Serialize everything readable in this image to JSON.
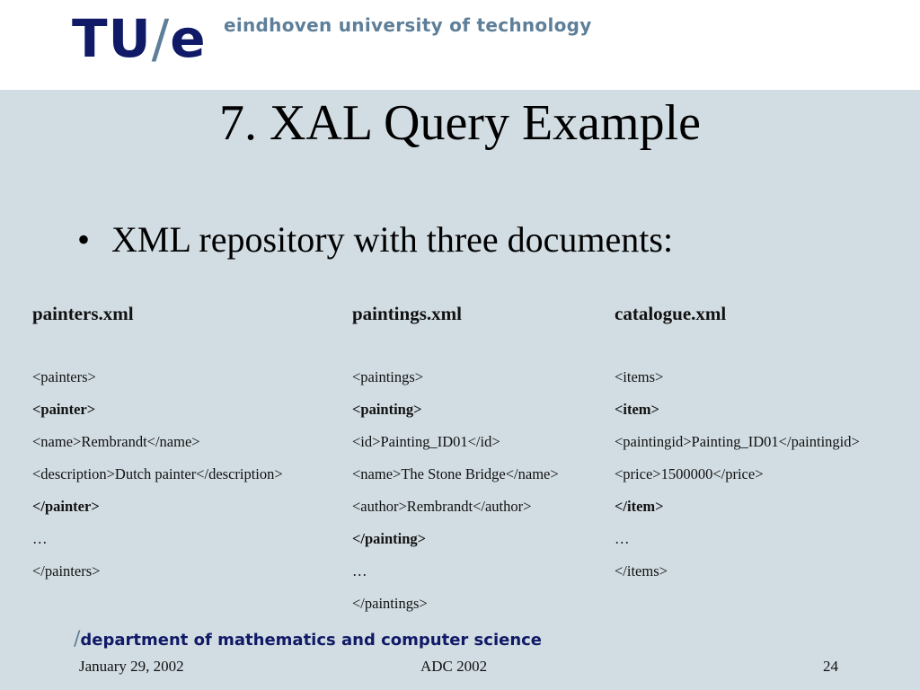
{
  "header": {
    "logo_tu": "TU",
    "logo_slash": "/",
    "logo_e": "e",
    "university": "eindhoven university of technology"
  },
  "slide": {
    "title": "7. XAL Query Example",
    "bullet_symbol": "•",
    "bullet": "XML repository with three documents:"
  },
  "columns": [
    {
      "heading": "painters.xml",
      "lines": [
        {
          "text": "<painters>",
          "bold": false
        },
        {
          "text": "<painter>",
          "bold": true
        },
        {
          "text": "<name>Rembrandt</name>",
          "bold": false
        },
        {
          "text": "<description>Dutch painter</description>",
          "bold": false
        },
        {
          "text": "</painter>",
          "bold": true
        },
        {
          "text": "…",
          "bold": false
        },
        {
          "text": "</painters>",
          "bold": false
        }
      ]
    },
    {
      "heading": "paintings.xml",
      "lines": [
        {
          "text": "<paintings>",
          "bold": false
        },
        {
          "text": "<painting>",
          "bold": true
        },
        {
          "text": "<id>Painting_ID01</id>",
          "bold": false
        },
        {
          "text": "<name>The Stone Bridge</name>",
          "bold": false
        },
        {
          "text": "<author>Rembrandt</author>",
          "bold": false
        },
        {
          "text": "</painting>",
          "bold": true
        },
        {
          "text": "…",
          "bold": false
        },
        {
          "text": "</paintings>",
          "bold": false
        }
      ]
    },
    {
      "heading": "catalogue.xml",
      "lines": [
        {
          "text": "<items>",
          "bold": false
        },
        {
          "text": "<item>",
          "bold": true
        },
        {
          "text": "<paintingid>Painting_ID01</paintingid>",
          "bold": false
        },
        {
          "text": "<price>1500000</price>",
          "bold": false
        },
        {
          "text": "</item>",
          "bold": true
        },
        {
          "text": "…",
          "bold": false
        },
        {
          "text": "</items>",
          "bold": false
        }
      ]
    }
  ],
  "footer": {
    "dept_slash": "/",
    "department": "department of mathematics and computer science",
    "date": "January 29, 2002",
    "conference": "ADC 2002",
    "page": "24"
  },
  "colors": {
    "background": "#d2dde3",
    "header_bg": "#ffffff",
    "brand_navy": "#101a66",
    "brand_slate": "#5e7f99"
  }
}
